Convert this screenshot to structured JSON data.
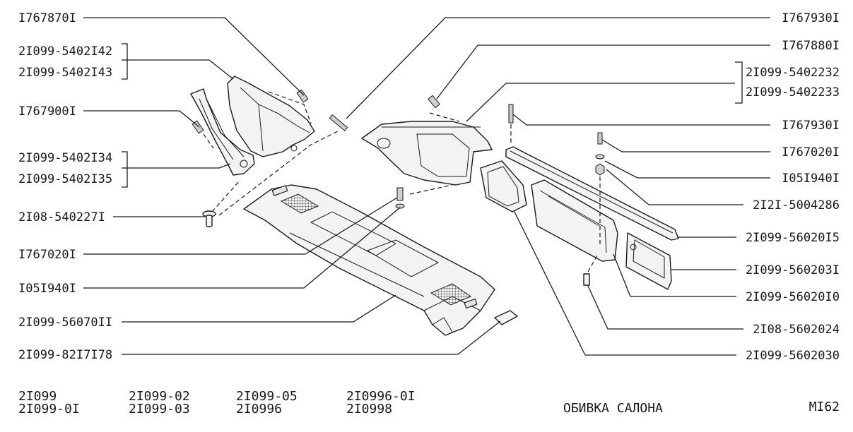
{
  "labels_left": [
    {
      "id": "l1",
      "text": "I767870I"
    },
    {
      "id": "l2",
      "text": "2I099-5402I42"
    },
    {
      "id": "l3",
      "text": "2I099-5402I43"
    },
    {
      "id": "l4",
      "text": "I767900I"
    },
    {
      "id": "l5",
      "text": "2I099-5402I34"
    },
    {
      "id": "l6",
      "text": "2I099-5402I35"
    },
    {
      "id": "l7",
      "text": "2I08-540227I"
    },
    {
      "id": "l8",
      "text": "I767020I"
    },
    {
      "id": "l9",
      "text": "I05I940I"
    },
    {
      "id": "l10",
      "text": "2I099-56070II"
    },
    {
      "id": "l11",
      "text": "2I099-82I7I78"
    }
  ],
  "labels_right": [
    {
      "id": "r1",
      "text": "I767930I"
    },
    {
      "id": "r2",
      "text": "I767880I"
    },
    {
      "id": "r3",
      "text": "2I099-5402232"
    },
    {
      "id": "r4",
      "text": "2I099-5402233"
    },
    {
      "id": "r5",
      "text": "I767930I"
    },
    {
      "id": "r6",
      "text": "I767020I"
    },
    {
      "id": "r7",
      "text": "I05I940I"
    },
    {
      "id": "r8",
      "text": "2I2I-5004286"
    },
    {
      "id": "r9",
      "text": "2I099-56020I5"
    },
    {
      "id": "r10",
      "text": "2I099-560203I"
    },
    {
      "id": "r11",
      "text": "2I099-56020I0"
    },
    {
      "id": "r12",
      "text": "2I08-5602024"
    },
    {
      "id": "r13",
      "text": "2I099-5602030"
    }
  ],
  "footer": {
    "models": [
      [
        "2I099",
        "2I099-0I"
      ],
      [
        "2I099-02",
        "2I099-03"
      ],
      [
        "2I099-05",
        "2I0996"
      ],
      [
        "2I0996-0I",
        "2I0998"
      ]
    ],
    "title": "ОБИВКА САЛОНА",
    "page": "MI62"
  }
}
